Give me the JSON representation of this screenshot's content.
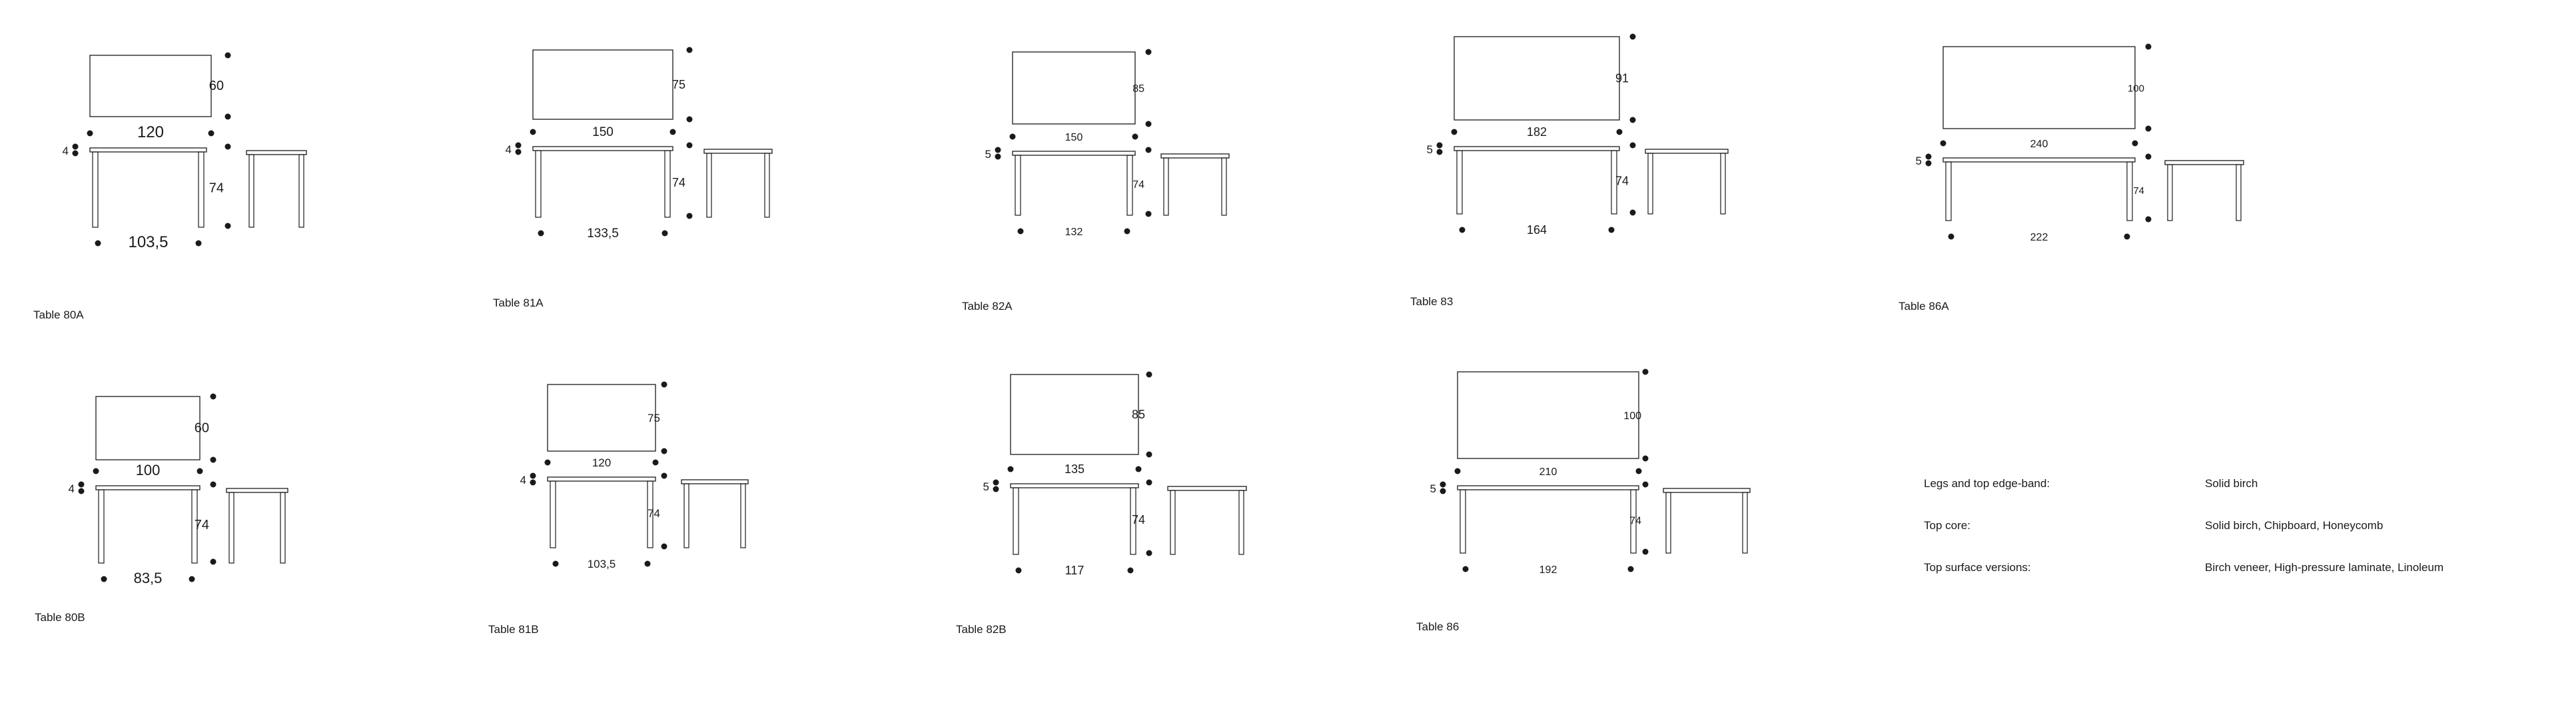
{
  "tables": [
    {
      "name": "Table 80A",
      "width": "120",
      "depth": "60",
      "height": "74",
      "leg_span": "103,5",
      "legs": "4"
    },
    {
      "name": "Table 81A",
      "width": "150",
      "depth": "75",
      "height": "74",
      "leg_span": "133,5",
      "legs": "4"
    },
    {
      "name": "Table 82A",
      "width": "150",
      "depth": "85",
      "height": "74",
      "leg_span": "132",
      "legs": "5"
    },
    {
      "name": "Table 83",
      "width": "182",
      "depth": "91",
      "height": "74",
      "leg_span": "164",
      "legs": "5"
    },
    {
      "name": "Table 86A",
      "width": "240",
      "depth": "100",
      "height": "74",
      "leg_span": "222",
      "legs": "5"
    },
    {
      "name": "Table 80B",
      "width": "100",
      "depth": "60",
      "height": "74",
      "leg_span": "83,5",
      "legs": "4"
    },
    {
      "name": "Table 81B",
      "width": "120",
      "depth": "75",
      "height": "74",
      "leg_span": "103,5",
      "legs": "4"
    },
    {
      "name": "Table 82B",
      "width": "135",
      "depth": "85",
      "height": "74",
      "leg_span": "117",
      "legs": "5"
    },
    {
      "name": "Table 86",
      "width": "210",
      "depth": "100",
      "height": "74",
      "leg_span": "192",
      "legs": "5"
    }
  ],
  "materials": [
    {
      "label": "Legs and top edge-band:",
      "value": "Solid birch"
    },
    {
      "label": "Top core:",
      "value": "Solid birch, Chipboard, Honeycomb"
    },
    {
      "label": "Top surface versions:",
      "value": "Birch veneer, High-pressure laminate, Linoleum"
    }
  ]
}
